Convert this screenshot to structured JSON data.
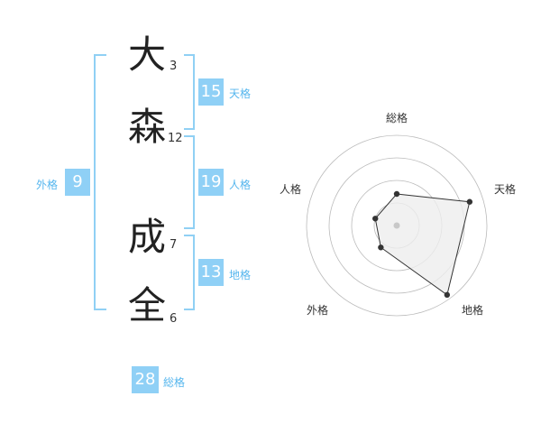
{
  "name": {
    "chars": [
      {
        "char": "大",
        "strokes": "3"
      },
      {
        "char": "森",
        "strokes": "12"
      },
      {
        "char": "成",
        "strokes": "7"
      },
      {
        "char": "全",
        "strokes": "6"
      }
    ]
  },
  "scores": {
    "tenkaku": {
      "value": "15",
      "label": "天格"
    },
    "jinkaku": {
      "value": "19",
      "label": "人格"
    },
    "chikaku": {
      "value": "13",
      "label": "地格"
    },
    "gaikaku": {
      "value": "9",
      "label": "外格"
    },
    "soukaku": {
      "value": "28",
      "label": "総格"
    }
  },
  "chart_data": {
    "type": "radar",
    "axes": [
      "総格",
      "天格",
      "地格",
      "外格",
      "人格"
    ],
    "values": [
      0.35,
      0.85,
      0.95,
      0.3,
      0.25
    ],
    "range": [
      0,
      1
    ],
    "rings": 4,
    "colors": {
      "ring": "#bbbbbb",
      "fill": "#eeeeee",
      "line": "#333333",
      "point": "#333333",
      "center": "#c8c8c8"
    }
  }
}
